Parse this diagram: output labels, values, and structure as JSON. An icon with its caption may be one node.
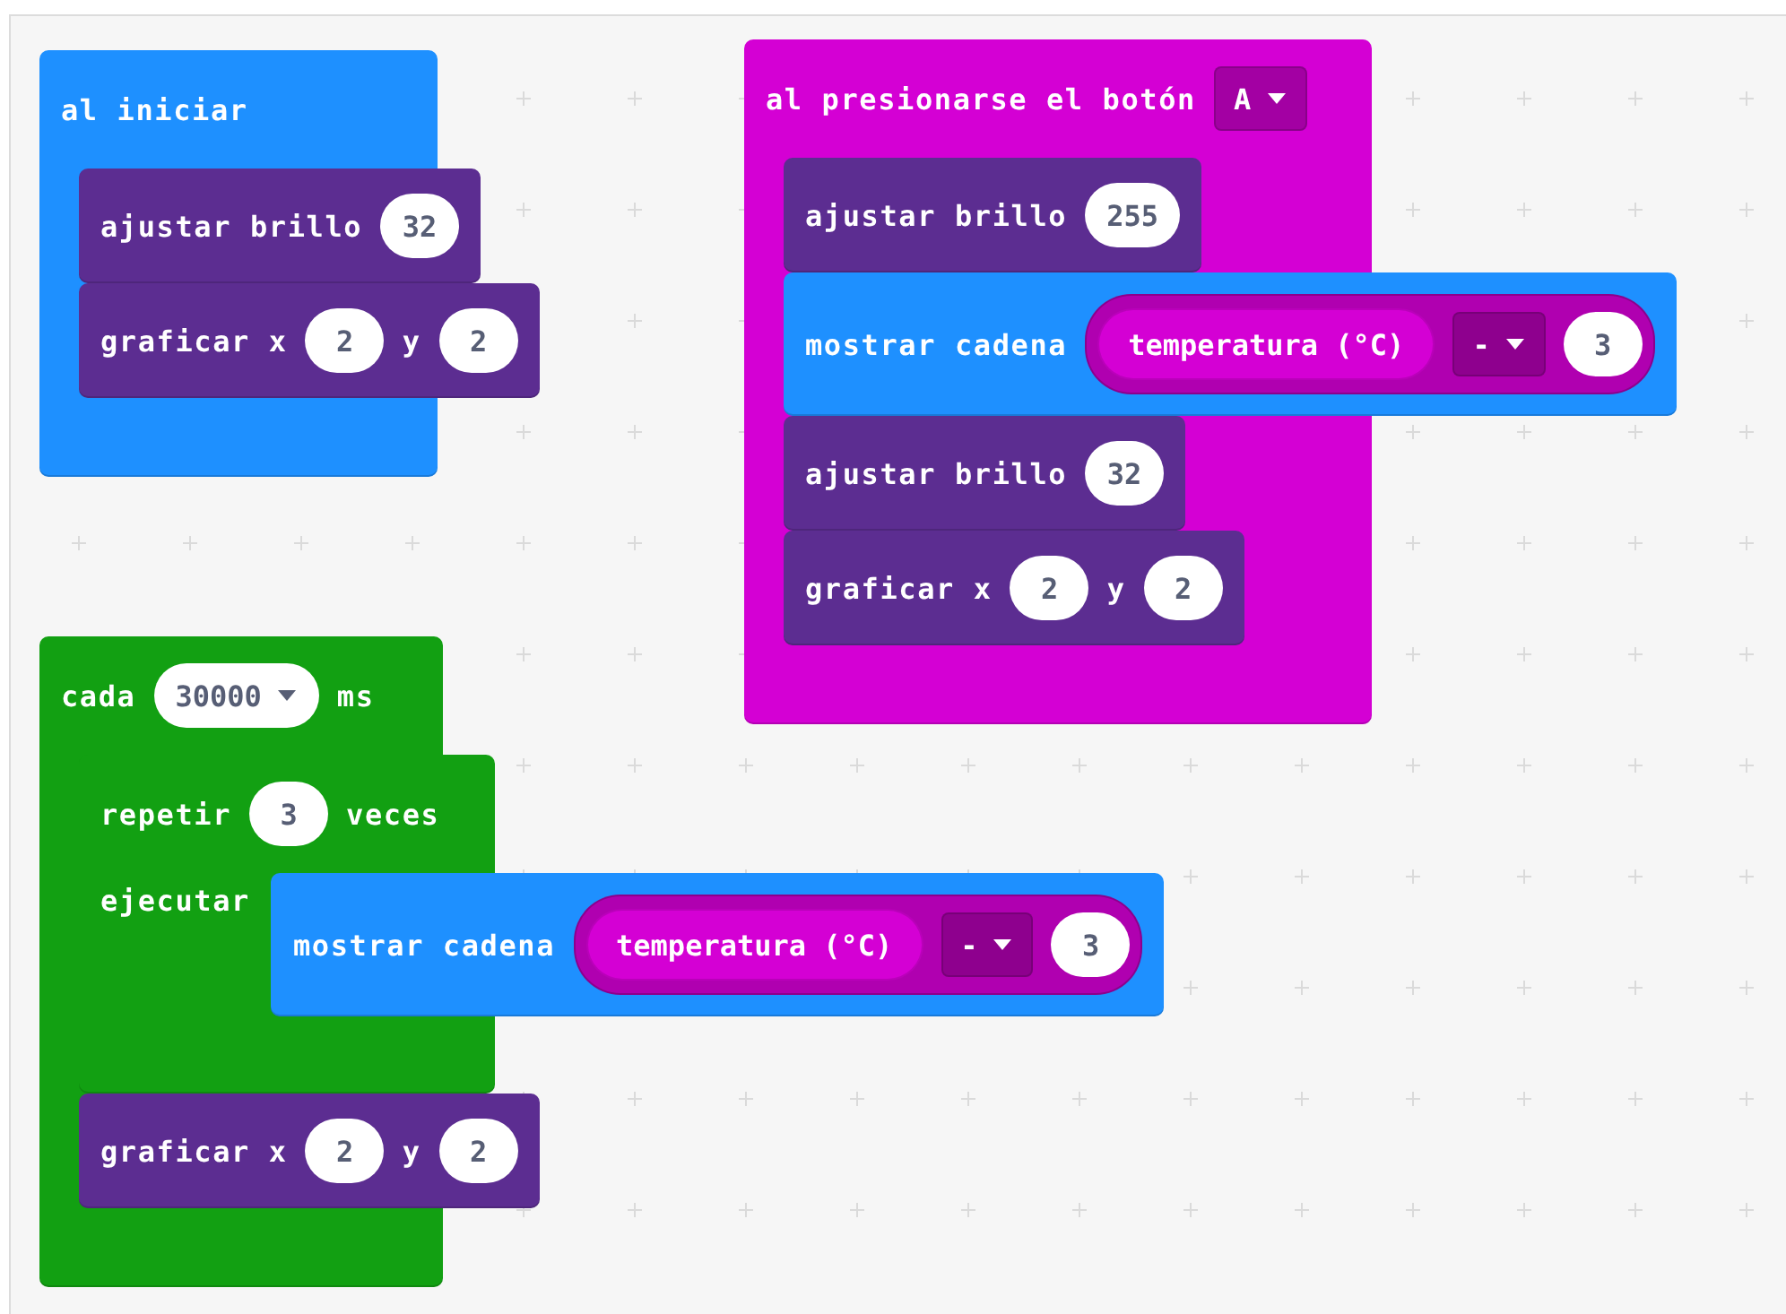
{
  "diagram": {
    "nodes": [
      {
        "text": [
          "al iniciar"
        ]
      },
      {
        "text": [
          "ajustar brillo"
        ]
      },
      {
        "text": [
          "32"
        ],
        "in": 1
      },
      {
        "text": [
          "graficar x",
          "y"
        ]
      },
      {
        "text": [
          "2"
        ]
      },
      {
        "text": [
          "2"
        ],
        "in": 3
      },
      {
        "text": [
          "al presionarse el botón"
        ]
      },
      {
        "text": [
          "A"
        ],
        "in": 6
      },
      {
        "text": [
          "ajustar brillo"
        ],
        "in": 6
      },
      {
        "text": [
          "255"
        ],
        "in": 8
      },
      {
        "text": [
          "mostrar cadena"
        ]
      },
      {
        "text": [],
        "shape": "pill",
        "in": 10
      },
      {
        "text": [
          "temperatura (°C)"
        ],
        "in": 11
      },
      {
        "text": [
          "-"
        ],
        "in": 11
      },
      {
        "text": [
          "3"
        ],
        "in": 11
      },
      {
        "text": [
          "ajustar brillo"
        ],
        "in": 6
      },
      {
        "text": [
          "32"
        ],
        "in": 15
      },
      {
        "text": [
          "graficar x",
          "y"
        ],
        "in": 6
      },
      {
        "text": [
          "2"
        ],
        "in": 17
      },
      {
        "text": [
          "2"
        ],
        "in": 17
      },
      {
        "text": [
          "cada",
          "ms"
        ]
      },
      {
        "text": [
          "30000"
        ],
        "in": 20
      },
      {
        "text": [
          "repetir",
          "veces",
          "ejecutar"
        ]
      },
      {
        "text": [
          "3"
        ],
        "in": 22
      },
      {
        "text": [
          "mostrar cadena"
        ]
      },
      {
        "text": [],
        "shape": "pill",
        "in": 24
      },
      {
        "text": [
          "temperatura (°C)"
        ],
        "in": 25
      },
      {
        "text": [
          "-"
        ],
        "in": 25
      },
      {
        "text": [
          "3"
        ],
        "in": 25
      },
      {
        "text": [
          "graficar x",
          "y"
        ]
      },
      {
        "text": [
          "2"
        ]
      },
      {
        "text": [
          "2"
        ],
        "in": 29
      }
    ]
  }
}
